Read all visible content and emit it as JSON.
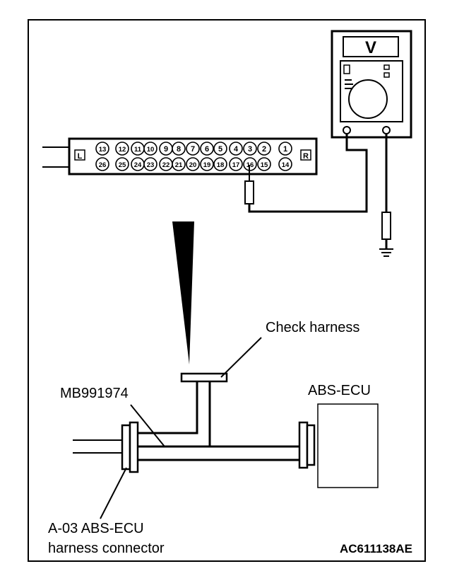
{
  "meter": {
    "mode": "V",
    "colors": {
      "stroke": "#000000",
      "background": "#ffffff"
    }
  },
  "connector": {
    "left_tag": "L",
    "right_tag": "R",
    "top_pins": [
      "13",
      "12",
      "11",
      "10",
      "9",
      "8",
      "7",
      "6",
      "5",
      "4",
      "3",
      "2",
      "1"
    ],
    "bottom_pins": [
      "26",
      "25",
      "24",
      "23",
      "22",
      "21",
      "20",
      "19",
      "18",
      "17",
      "16",
      "15",
      "14"
    ]
  },
  "labels": {
    "check_harness": "Check harness",
    "tool": "MB991974",
    "ecu": "ABS-ECU",
    "harness_line1": "A-03 ABS-ECU",
    "harness_line2": "harness connector",
    "figure_id": "AC611138AE"
  }
}
